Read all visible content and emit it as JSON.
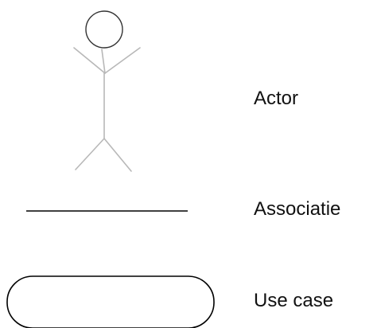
{
  "legend": {
    "items": [
      {
        "symbol": "actor-icon",
        "label": "Actor"
      },
      {
        "symbol": "association-line",
        "label": "Associatie"
      },
      {
        "symbol": "use-case-ellipse",
        "label": "Use case"
      }
    ]
  },
  "colors": {
    "stroke_dark": "#000000",
    "stroke_light": "#b8b8b8",
    "text": "#111111"
  }
}
